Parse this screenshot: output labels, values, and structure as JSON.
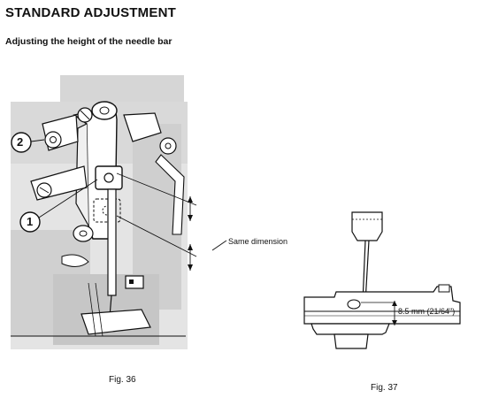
{
  "header": {
    "title": "STANDARD ADJUSTMENT",
    "subtitle": "Adjusting the height of the needle bar"
  },
  "fig36": {
    "callout_same": "Same dimension",
    "marker_1": "1",
    "marker_2": "2",
    "caption": "Fig. 36"
  },
  "fig37": {
    "dimension_label": "8.5 mm (21/64\")",
    "caption": "Fig. 37"
  }
}
